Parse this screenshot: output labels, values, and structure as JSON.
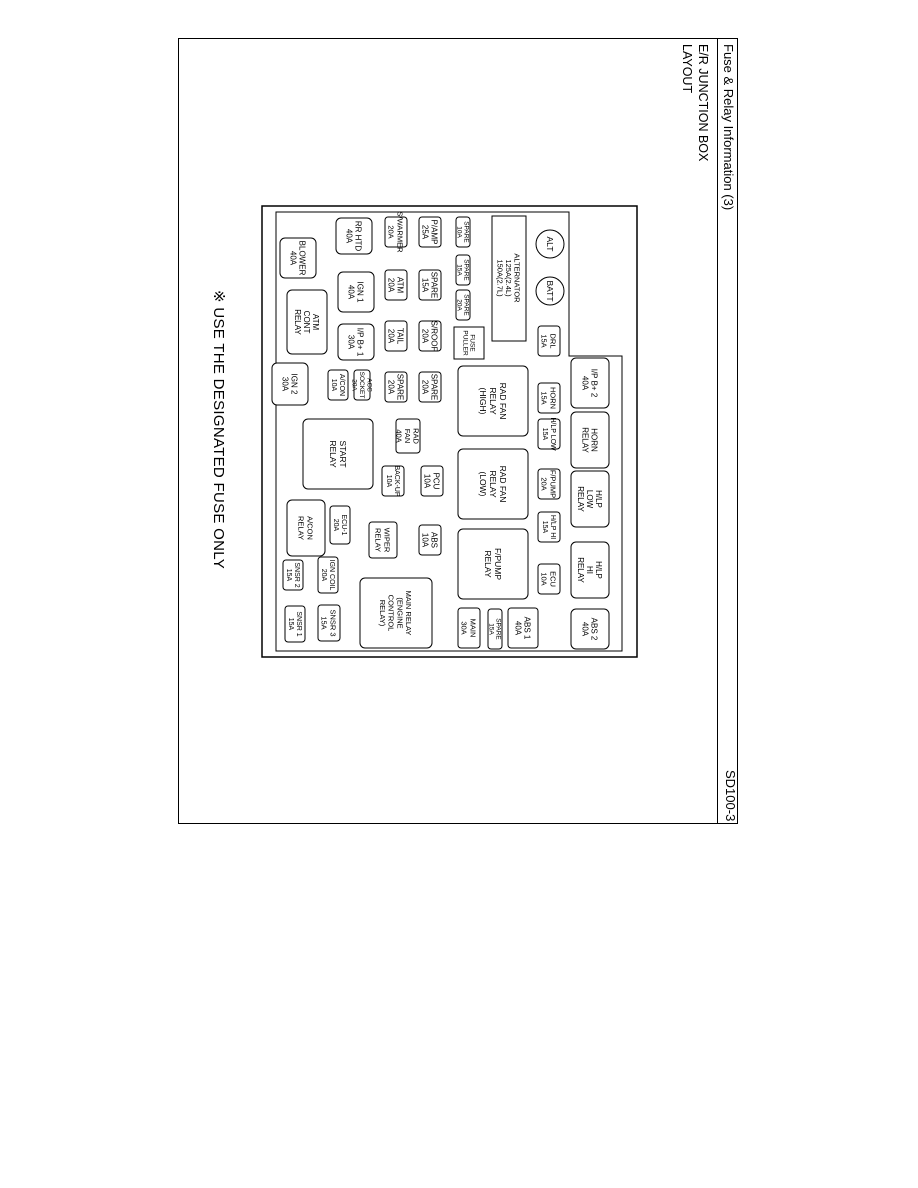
{
  "header": {
    "title": "Fuse & Relay Information (3)",
    "section": "E/R JUNCTION BOX",
    "subsection": "LAYOUT",
    "code": "SD100-3"
  },
  "note": "※ USE THE DESIGNATED FUSE ONLY",
  "diagram": {
    "terminals": {
      "alt": "ALT",
      "batt": "BATT"
    },
    "alternator": [
      "ALTERNATOR",
      "125A(2.4L)",
      "150A(2.7L)"
    ],
    "fuse_puller": [
      "FUSE",
      "PULLER"
    ],
    "components": [
      [
        "I/P B+ 2",
        "40A"
      ],
      [
        "HORN",
        "RELAY"
      ],
      [
        "H/LP",
        "LOW",
        "RELAY"
      ],
      [
        "H/LP",
        "HI",
        "RELAY"
      ],
      [
        "ABS 2",
        "40A"
      ],
      [
        "DRL",
        "15A"
      ],
      [
        "HORN",
        "15A"
      ],
      [
        "H/LP LOW",
        "15A"
      ],
      [
        "F/PUMP",
        "20A"
      ],
      [
        "H/LP HI",
        "15A"
      ],
      [
        "ECU",
        "10A"
      ],
      [
        "ABS 1",
        "40A"
      ],
      [
        "SPARE",
        "15A"
      ],
      [
        "MAIN",
        "30A"
      ],
      [
        "RAD FAN",
        "RELAY",
        "(HIGH)"
      ],
      [
        "RAD FAN",
        "RELAY",
        "(LOW)"
      ],
      [
        "F/PUMP",
        "RELAY"
      ],
      [
        "SPARE",
        "10A"
      ],
      [
        "SPARE",
        "15A"
      ],
      [
        "SPARE",
        "20A"
      ],
      [
        "P/AMP",
        "25A"
      ],
      [
        "SPARE",
        "15A"
      ],
      [
        "S/ROOF",
        "20A"
      ],
      [
        "SPARE",
        "20A"
      ],
      [
        "PCU",
        "10A"
      ],
      [
        "ABS",
        "10A"
      ],
      [
        "S/WARMER",
        "20A"
      ],
      [
        "ATM",
        "20A"
      ],
      [
        "TAIL",
        "20A"
      ],
      [
        "SPARE",
        "20A"
      ],
      [
        "BACK-UP",
        "10A"
      ],
      [
        "WIPER",
        "RELAY"
      ],
      [
        "RAD",
        "FAN",
        "40A"
      ],
      [
        "MAIN RELAY",
        "(ENGINE",
        "CONTROL",
        "RELAY)"
      ],
      [
        "RR HTD",
        "40A"
      ],
      [
        "IGN 1",
        "40A"
      ],
      [
        "I/P B+ 1",
        "30A"
      ],
      [
        "ACC",
        "SOCKET",
        "20A"
      ],
      [
        "A/CON",
        "10A"
      ],
      [
        "START",
        "RELAY"
      ],
      [
        "ECU-1",
        "20A"
      ],
      [
        "IGN COIL",
        "20A"
      ],
      [
        "SNSR 3",
        "15A"
      ],
      [
        "BLOWER",
        "40A"
      ],
      [
        "ATM",
        "CONT",
        "RELAY"
      ],
      [
        "IGN 2",
        "30A"
      ],
      [
        "A/CON",
        "RELAY"
      ],
      [
        "SNSR 2",
        "15A"
      ],
      [
        "SNSR 1",
        "15A"
      ]
    ]
  }
}
